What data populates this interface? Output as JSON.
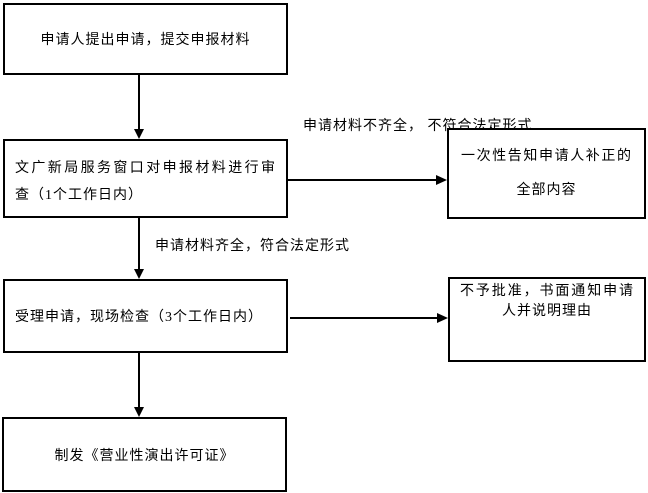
{
  "flowchart": {
    "colors": {
      "line": "#000000",
      "background": "#ffffff",
      "text": "#000000"
    },
    "boxes": {
      "step1": {
        "lines": [
          "申请人提出申请，提交申报材料"
        ]
      },
      "step2": {
        "lines": [
          "文广新局服务窗口对申报材料进行审",
          "查（1个工作日内）"
        ]
      },
      "step3": {
        "lines": [
          "受理申请，现场检查（3个工作日内）"
        ]
      },
      "step4": {
        "lines": [
          "制发《营业性演出许可证》"
        ]
      },
      "notify_correction": {
        "lines": [
          "一次性告知申请人补正的",
          "全部内容"
        ]
      },
      "reject_notice": {
        "lines": [
          "不予批准，书面通知申请",
          "人并说明理由"
        ]
      }
    },
    "edge_labels": {
      "incomplete": {
        "lines": [
          "申请材料不齐全，",
          "不符合法定形式"
        ]
      },
      "complete": {
        "lines": [
          "申请材料齐全，符合法定形式"
        ]
      }
    }
  }
}
